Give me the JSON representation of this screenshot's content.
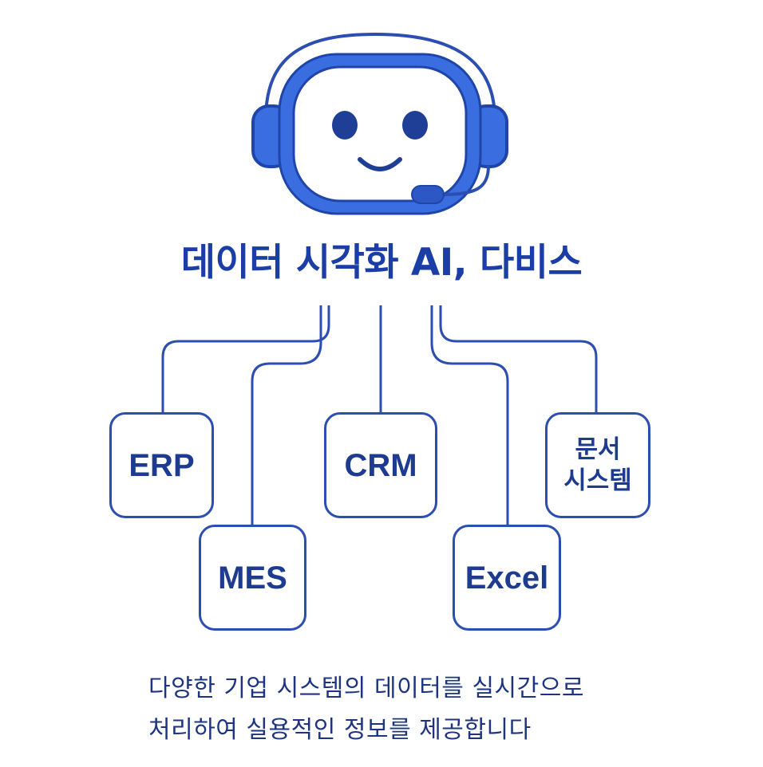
{
  "title": "데이터 시각화 AI, 다비스",
  "mascot_icon": "headset-robot-icon",
  "nodes": {
    "erp": "ERP",
    "mes": "MES",
    "crm": "CRM",
    "excel": "Excel",
    "doc": "문서\n시스템"
  },
  "caption": {
    "line1": "다양한 기업 시스템의 데이터를 실시간으로",
    "line2": "처리하여 실용적인 정보를 제공합니다"
  },
  "colors": {
    "primary": "#1a3ea6",
    "accent": "#3a6ee0",
    "line": "#2c4eb0",
    "dark_blue": "#1d3c8f"
  }
}
